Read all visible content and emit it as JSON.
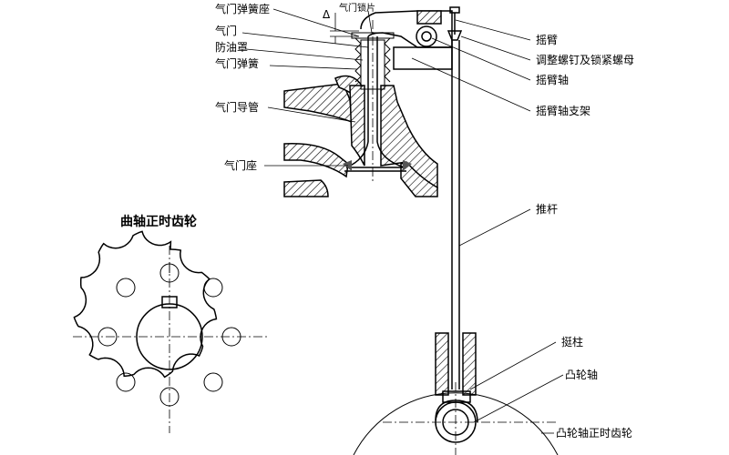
{
  "labels": {
    "valve_spring_seat": "气门弹簧座",
    "valve": "气门",
    "oil_shield": "防油罩",
    "valve_spring": "气门弹簧",
    "valve_guide": "气门导管",
    "valve_seat": "气门座",
    "valve_lock": "气门锁片",
    "clearance": "Δ",
    "rocker_arm": "摇臂",
    "adjust_screw": "调整螺钉及锁紧螺母",
    "rocker_shaft": "摇臂轴",
    "rocker_bracket": "摇臂轴支架",
    "push_rod": "推杆",
    "tappet": "挺柱",
    "camshaft": "凸轮轴",
    "cam_timing_gear": "凸轮轴正时齿轮",
    "crank_timing_gear": "曲轴正时齿轮"
  },
  "icons": {
    "crank_gear": "crank-gear-icon",
    "cam_gear": "cam-gear-icon"
  }
}
